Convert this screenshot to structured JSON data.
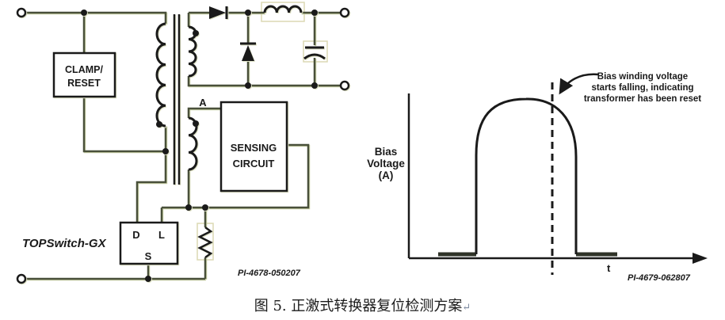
{
  "figure": {
    "caption": "图 5. 正激式转换器复位检测方案",
    "caption_mark": "↵"
  },
  "circuit": {
    "clamp_line1": "CLAMP/",
    "clamp_line2": "RESET",
    "sensing_line1": "SENSING",
    "sensing_line2": "CIRCUIT",
    "topswitch_label": "TOPSwitch-GX",
    "pin_d": "D",
    "pin_l": "L",
    "pin_s": "S",
    "node_a": "A",
    "part_number": "PI-4678-050207"
  },
  "graph": {
    "y_label_line1": "Bias",
    "y_label_line2": "Voltage",
    "y_label_line3": "(A)",
    "x_label": "t",
    "annotation_line1": "Bias winding voltage",
    "annotation_line2": "starts falling, indicating",
    "annotation_line3": "transformer has been reset",
    "part_number": "PI-4679-062807"
  },
  "colors": {
    "wire": "#49503a",
    "component": "#1a1a1a",
    "pi_text": "#4b5334"
  },
  "chart_data": {
    "type": "line",
    "title": "",
    "xlabel": "t",
    "ylabel": "Bias Voltage (A)",
    "grid": false,
    "axis_ticks": "none",
    "series": [
      {
        "name": "Bias winding voltage",
        "points_normalized_x_y": [
          [
            0.1,
            0
          ],
          [
            0.23,
            0
          ],
          [
            0.23,
            0.62
          ],
          [
            0.3,
            0.96
          ],
          [
            0.4,
            1.0
          ],
          [
            0.5,
            0.95
          ],
          [
            0.56,
            0.62
          ],
          [
            0.56,
            0
          ],
          [
            0.71,
            0
          ]
        ]
      }
    ],
    "annotations": [
      {
        "type": "dashed-vertical-line",
        "x_normalized": 0.485,
        "text": "Bias winding voltage starts falling, indicating transformer has been reset"
      }
    ]
  }
}
